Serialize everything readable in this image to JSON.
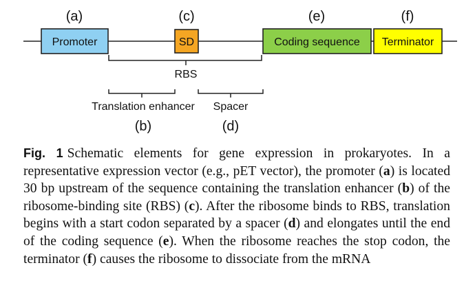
{
  "diagram": {
    "elements": [
      {
        "id": "a",
        "letter": "(a)",
        "label": "Promoter",
        "fill": "#8fd0f2"
      },
      {
        "id": "c",
        "letter": "(c)",
        "label": "SD",
        "fill": "#f5a623"
      },
      {
        "id": "e",
        "letter": "(e)",
        "label": "Coding sequence",
        "fill": "#8ccf49"
      },
      {
        "id": "f",
        "letter": "(f)",
        "label": "Terminator",
        "fill": "#ffff00"
      }
    ],
    "rbs_label": "RBS",
    "enhancer": {
      "label": "Translation enhancer",
      "letter": "(b)"
    },
    "spacer": {
      "label": "Spacer",
      "letter": "(d)"
    }
  },
  "caption": {
    "fig_label": "Fig. 1",
    "segments": [
      {
        "t": "Schematic elements for gene expression in prokaryotes. In a representative expression vector (e.g., pET vector), the promoter ("
      },
      {
        "b": "a"
      },
      {
        "t": ") is located 30 bp upstream of the sequence containing the translation enhancer ("
      },
      {
        "b": "b"
      },
      {
        "t": ") of the ribosome-binding site (RBS) ("
      },
      {
        "b": "c"
      },
      {
        "t": "). After the ribosome binds to RBS, translation begins with a start codon separated by a spacer ("
      },
      {
        "b": "d"
      },
      {
        "t": ") and elongates until the end of the coding sequence ("
      },
      {
        "b": "e"
      },
      {
        "t": "). When the ribosome reaches the stop codon, the terminator ("
      },
      {
        "b": "f"
      },
      {
        "t": ") causes the ribosome to dissociate from the mRNA"
      }
    ]
  }
}
